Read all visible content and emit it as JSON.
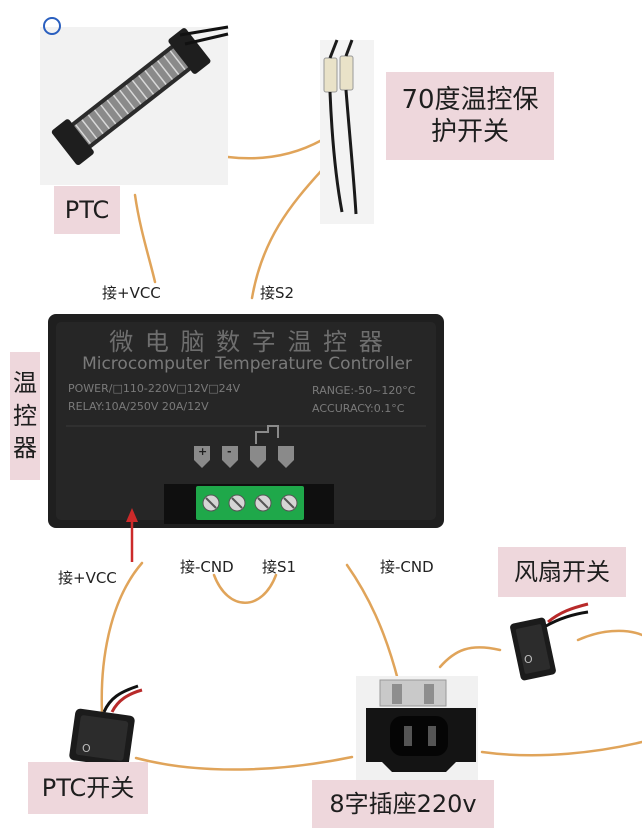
{
  "labels": {
    "ptc": "PTC",
    "thermo_protect": "70度温控保护开关",
    "thermostat_vertical": "温控器",
    "fan_switch": "风扇开关",
    "ptc_switch": "PTC开关",
    "socket": "8字插座220v"
  },
  "wire_labels": {
    "ptc_to_vcc": "接+VCC",
    "thermo_to_s2": "接S2",
    "left_vcc": "接+VCC",
    "cnd_middle": "接-CND",
    "s1": "接S1",
    "cnd_right": "接-CND"
  },
  "controller": {
    "title_cn": "微 电 脑 数 字 温 控 器",
    "title_en": "Microcomputer Temperature Controller",
    "power": "POWER/□110-220V□12V□24V",
    "relay": "RELAY:10A/250V 20A/12V",
    "range": "RANGE:-50~120°C",
    "accuracy": "ACCURACY:0.1°C",
    "terminals": [
      "+",
      "-",
      "",
      ""
    ]
  },
  "colors": {
    "wire": "#e0a45a",
    "label_bg": "#eed7dc",
    "controller": "#1f1f1f",
    "terminal": "#1fa84a",
    "arrow": "#cc2a2a"
  }
}
